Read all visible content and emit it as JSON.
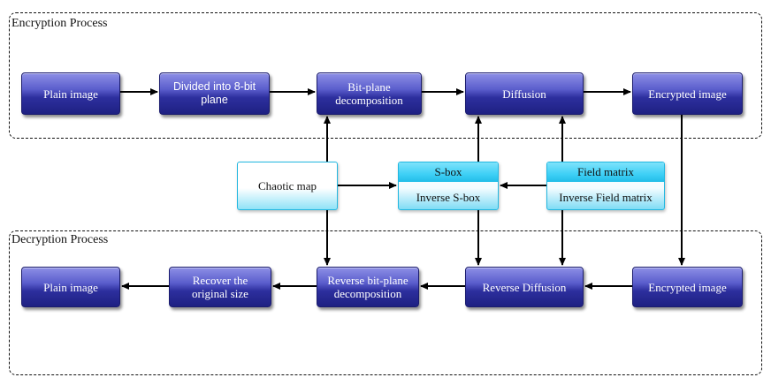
{
  "regions": {
    "encryption_label": "Encryption Process",
    "decryption_label": "Decryption Process"
  },
  "encryption": {
    "plain_image": "Plain image",
    "divided": "Divided into 8-bit plane",
    "bitplane": "Bit-plane decomposition",
    "diffusion": "Diffusion",
    "encrypted": "Encrypted image"
  },
  "keys": {
    "chaotic_map": "Chaotic map",
    "sbox": "S-box",
    "inverse_sbox": "Inverse S-box",
    "field_matrix": "Field matrix",
    "inverse_field_matrix": "Inverse Field matrix"
  },
  "decryption": {
    "encrypted": "Encrypted image",
    "reverse_diffusion": "Reverse Diffusion",
    "reverse_bitplane": "Reverse bit-plane decomposition",
    "recover": "Recover the original size",
    "plain_image": "Plain image"
  }
}
